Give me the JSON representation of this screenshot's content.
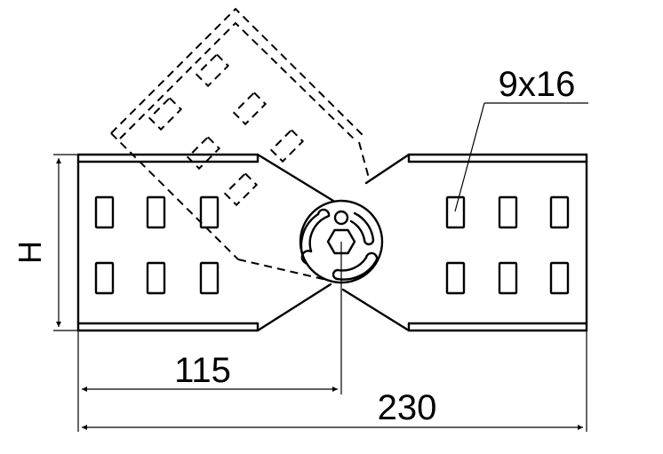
{
  "labels": {
    "height": "H",
    "slot_size": "9x16",
    "half_length": "115",
    "total_length": "230"
  }
}
